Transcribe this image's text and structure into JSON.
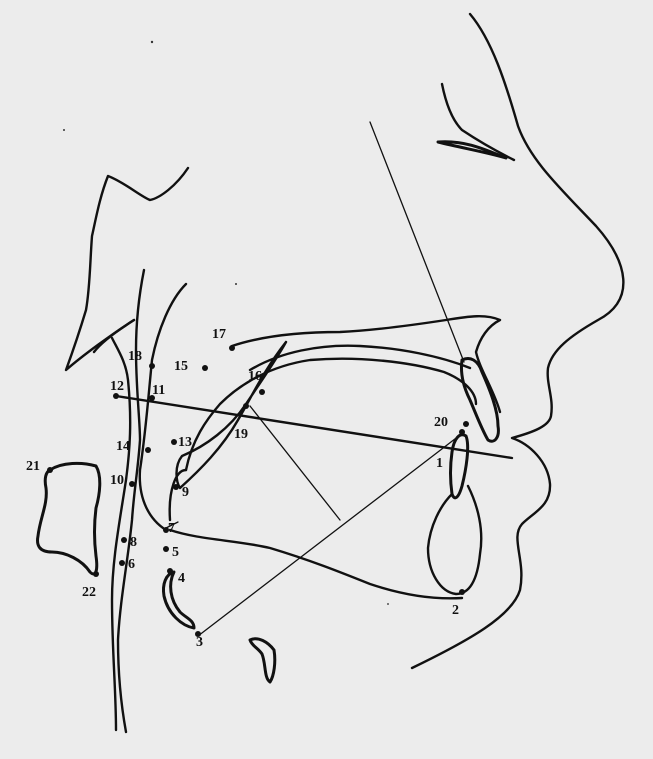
{
  "figure": {
    "landmarks": [
      {
        "id": "1",
        "label": "1"
      },
      {
        "id": "2",
        "label": "2"
      },
      {
        "id": "3",
        "label": "3"
      },
      {
        "id": "4",
        "label": "4"
      },
      {
        "id": "5",
        "label": "5"
      },
      {
        "id": "6",
        "label": "6"
      },
      {
        "id": "7",
        "label": "7"
      },
      {
        "id": "8",
        "label": "8"
      },
      {
        "id": "9",
        "label": "9"
      },
      {
        "id": "10",
        "label": "10"
      },
      {
        "id": "11",
        "label": "11"
      },
      {
        "id": "12",
        "label": "12"
      },
      {
        "id": "13",
        "label": "13"
      },
      {
        "id": "14",
        "label": "14"
      },
      {
        "id": "15",
        "label": "15"
      },
      {
        "id": "16",
        "label": "16"
      },
      {
        "id": "17",
        "label": "17"
      },
      {
        "id": "18",
        "label": "18"
      },
      {
        "id": "19",
        "label": "19"
      },
      {
        "id": "20",
        "label": "20"
      },
      {
        "id": "21",
        "label": "21"
      },
      {
        "id": "22",
        "label": "22"
      }
    ]
  }
}
